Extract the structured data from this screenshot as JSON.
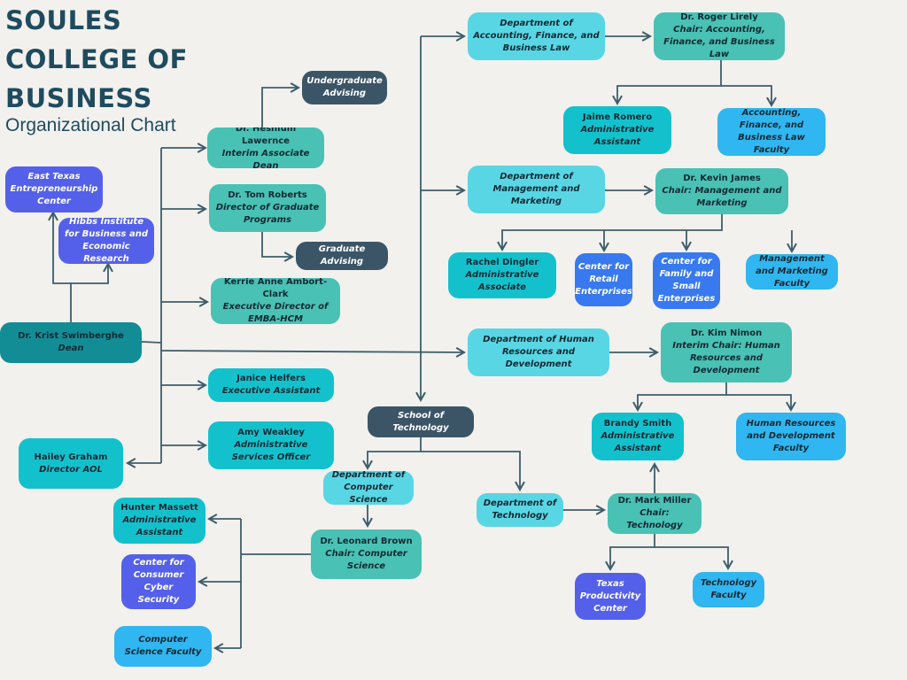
{
  "title": {
    "lines": [
      "SOULES",
      "COLLEGE OF",
      "BUSINESS"
    ],
    "subtitle": "Organizational Chart"
  },
  "colors": {
    "background": "#f2f1ee",
    "line": "#3d5d6a",
    "title": "#1f4b5e",
    "navy": "#3b5566",
    "dark_teal": "#128d95",
    "teal": "#49c1b5",
    "aqua": "#59d6e4",
    "cyan": "#13c1cc",
    "sky": "#30b6f0",
    "blue": "#3879f0",
    "indigo": "#5560ea"
  },
  "nodes": {
    "dean": {
      "name": "Dr. Krist Swimberghe",
      "role": "Dean",
      "color": "dark_teal",
      "icon": "none"
    },
    "east_texas": {
      "name": "East Texas Entrepreneurship Center",
      "role": "",
      "color": "indigo",
      "icon": "none"
    },
    "hibbs": {
      "name": "Hibbs Institute for Business and Economic Research",
      "role": "",
      "color": "indigo",
      "icon": "none"
    },
    "hailey": {
      "name": "Hailey Graham",
      "role": "Director AOL",
      "color": "cyan",
      "icon": "none"
    },
    "heshium": {
      "name": "Dr. Heshium Lawernce",
      "role": "Interim Associate Dean",
      "color": "teal",
      "icon": "none"
    },
    "ug_advising": {
      "name": "Undergraduate Advising",
      "role": "",
      "color": "navy",
      "icon": "none"
    },
    "tom": {
      "name": "Dr. Tom Roberts",
      "role": "Director of Graduate Programs",
      "color": "teal",
      "icon": "none"
    },
    "grad_advising": {
      "name": "Graduate Advising",
      "role": "",
      "color": "navy",
      "icon": "none"
    },
    "kerrie": {
      "name": "Kerrie Anne Ambort-Clark",
      "role": "Executive Director of EMBA-HCM",
      "color": "teal",
      "icon": "none"
    },
    "janice": {
      "name": "Janice Helfers",
      "role": "Executive Assistant",
      "color": "cyan",
      "icon": "none"
    },
    "amy": {
      "name": "Amy Weakley",
      "role": "Administrative Services Officer",
      "color": "cyan",
      "icon": "none"
    },
    "dept_afbl": {
      "name": "Department of Accounting, Finance, and Business Law",
      "role": "",
      "color": "aqua",
      "icon": "none"
    },
    "roger": {
      "name": "Dr. Roger Lirely",
      "role": "Chair: Accounting, Finance, and Business Law",
      "color": "teal",
      "icon": "none"
    },
    "jaime": {
      "name": "Jaime Romero",
      "role": "Administrative Assistant",
      "color": "cyan",
      "icon": "none"
    },
    "afbl_faculty": {
      "name": "Accounting, Finance, and Business Law Faculty",
      "role": "",
      "color": "sky",
      "icon": "none"
    },
    "dept_mm": {
      "name": "Department of Management and Marketing",
      "role": "",
      "color": "aqua",
      "icon": "none"
    },
    "kevin": {
      "name": "Dr. Kevin James",
      "role": "Chair: Management and Marketing",
      "color": "teal",
      "icon": "none"
    },
    "rachel": {
      "name": "Rachel Dingler",
      "role": "Administrative Associate",
      "color": "cyan",
      "icon": "none"
    },
    "retail": {
      "name": "Center for Retail Enterprises",
      "role": "",
      "color": "blue",
      "icon": "none"
    },
    "family": {
      "name": "Center for Family and Small Enterprises",
      "role": "",
      "color": "blue",
      "icon": "none"
    },
    "mm_faculty": {
      "name": "Management and Marketing Faculty",
      "role": "",
      "color": "sky",
      "icon": "none"
    },
    "dept_hrd": {
      "name": "Department of Human Resources and Development",
      "role": "",
      "color": "aqua",
      "icon": "none"
    },
    "kim": {
      "name": "Dr. Kim Nimon",
      "role": "Interim Chair: Human Resources and Development",
      "color": "teal",
      "icon": "none"
    },
    "brandy": {
      "name": "Brandy Smith",
      "role": "Administrative Assistant",
      "color": "cyan",
      "icon": "none"
    },
    "hrd_faculty": {
      "name": "Human Resources and Development Faculty",
      "role": "",
      "color": "sky",
      "icon": "none"
    },
    "school_tech": {
      "name": "School of Technology",
      "role": "",
      "color": "navy",
      "icon": "none"
    },
    "dept_cs": {
      "name": "Department of Computer Science",
      "role": "",
      "color": "aqua",
      "icon": "none"
    },
    "leonard": {
      "name": "Dr. Leonard Brown",
      "role": "Chair: Computer Science",
      "color": "teal",
      "icon": "none"
    },
    "hunter": {
      "name": "Hunter Massett",
      "role": "Administrative Assistant",
      "color": "cyan",
      "icon": "none"
    },
    "cyber": {
      "name": "Center for Consumer Cyber Security",
      "role": "",
      "color": "indigo",
      "icon": "none"
    },
    "cs_faculty": {
      "name": "Computer Science Faculty",
      "role": "",
      "color": "sky",
      "icon": "none"
    },
    "dept_tech": {
      "name": "Department of Technology",
      "role": "",
      "color": "aqua",
      "icon": "none"
    },
    "mark": {
      "name": "Dr. Mark Miller",
      "role": "Chair: Technology",
      "color": "teal",
      "icon": "none"
    },
    "texas_prod": {
      "name": "Texas Productivity Center",
      "role": "",
      "color": "indigo",
      "icon": "none"
    },
    "tech_faculty": {
      "name": "Technology Faculty",
      "role": "",
      "color": "sky",
      "icon": "none"
    }
  }
}
